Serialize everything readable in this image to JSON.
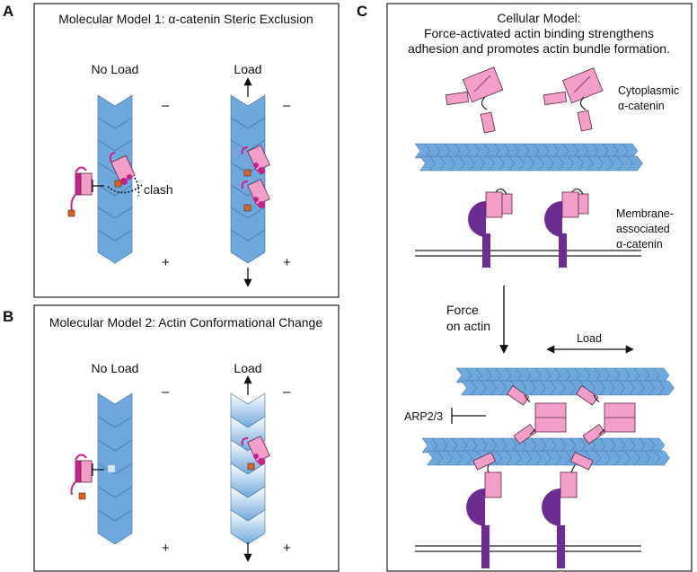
{
  "panelA": {
    "letter": "A",
    "title": "Molecular Model 1: α-catenin Steric Exclusion",
    "col_no_load": "No Load",
    "col_load": "Load",
    "minus": "–",
    "plus": "+",
    "clash": "clash"
  },
  "panelB": {
    "letter": "B",
    "title": "Molecular Model 2: Actin Conformational Change",
    "col_no_load": "No Load",
    "col_load": "Load",
    "minus": "–",
    "plus": "+"
  },
  "panelC": {
    "letter": "C",
    "title_lines": [
      "Cellular Model:",
      "Force-activated actin binding strengthens",
      "adhesion and promotes actin bundle formation."
    ],
    "cyto_label": [
      "Cytoplasmic",
      "α-catenin"
    ],
    "membrane_label": [
      "Membrane-",
      "associated",
      "α-catenin"
    ],
    "force_label": [
      "Force",
      "on actin"
    ],
    "load_label": "Load",
    "arp_label": "ARP2/3"
  },
  "colors": {
    "actin": "#6fa8dc",
    "actin_stroke": "#3d6e9c",
    "catenin": "#f29ec8",
    "catenin_stroke": "#5a2b44",
    "linker": "#cc1f8a",
    "abd_dot": "#cc1f8a",
    "square": "#e0621e",
    "cadherin": "#6b2d91"
  }
}
